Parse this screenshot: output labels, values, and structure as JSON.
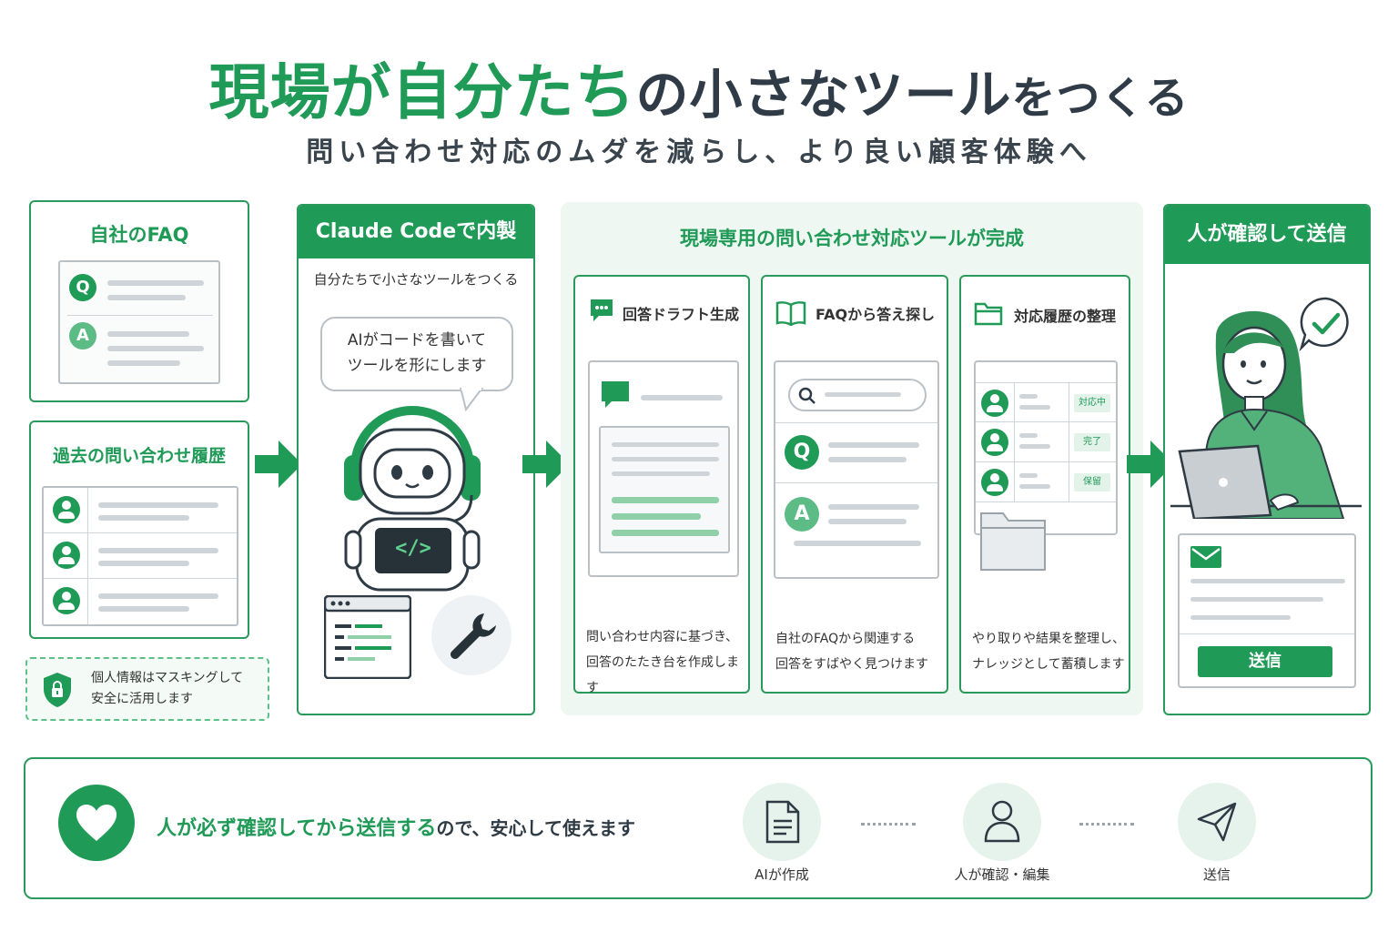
{
  "title": {
    "part1": "現場が自分たち",
    "part2": "の小さなツール",
    "part3": "をつくる"
  },
  "subtitle": "問い合わせ対応のムダを減らし、より良い顧客体験へ",
  "faq_box": {
    "title": "自社のFAQ",
    "q": "Q",
    "a": "A"
  },
  "history_box": {
    "title": "過去の問い合わせ履歴"
  },
  "privacy_note": {
    "line1": "個人情報はマスキングして",
    "line2": "安全に活用します"
  },
  "claude_box": {
    "title": "Claude Codeで内製",
    "subtitle": "自分たちで小さなツールをつくる",
    "bubble_line1": "AIがコードを書いて",
    "bubble_line2": "ツールを形にします",
    "code_glyph": "</>"
  },
  "tool_panel": {
    "title": "現場専用の問い合わせ対応ツールが完成",
    "cards": [
      {
        "title": "回答ドラフト生成",
        "desc1": "問い合わせ内容に基づき、",
        "desc2": "回答のたたき台を作成します"
      },
      {
        "title": "FAQから答え探し",
        "desc1": "自社のFAQから関連する",
        "desc2": "回答をすばやく見つけます",
        "q": "Q",
        "a": "A"
      },
      {
        "title": "対応履歴の整理",
        "desc1": "やり取りや結果を整理し、",
        "desc2": "ナレッジとして蓄積します",
        "tags": [
          "対応中",
          "完了",
          "保留"
        ]
      }
    ]
  },
  "human_box": {
    "title": "人が確認して送信",
    "send_button": "送信"
  },
  "bottom": {
    "msg_green": "人が必ず確認してから送信する",
    "msg_rest": "ので、安心して使えます",
    "steps": [
      "AIが作成",
      "人が確認・編集",
      "送信"
    ]
  },
  "colors": {
    "accent": "#1f9a57",
    "light": "#e6f3ec",
    "line": "#cfd4d8"
  }
}
